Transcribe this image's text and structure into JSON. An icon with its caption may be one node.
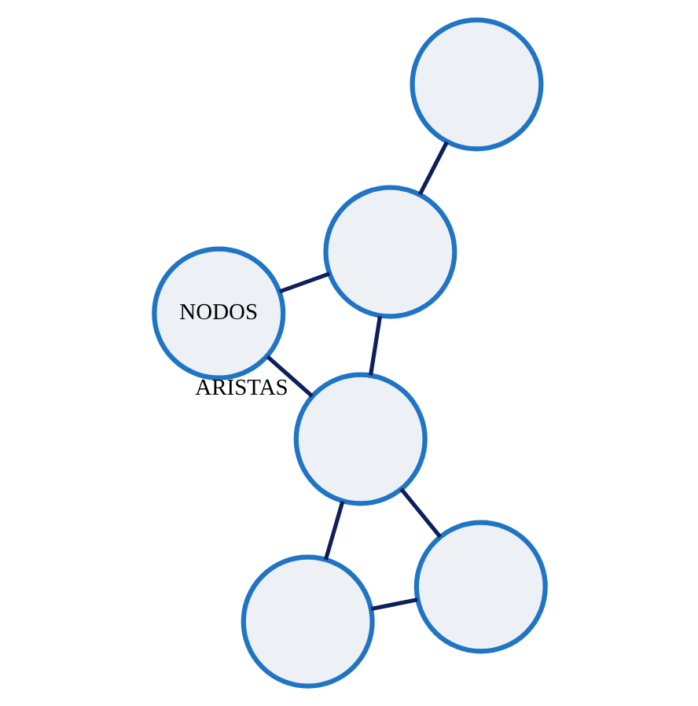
{
  "diagram": {
    "nodes": [
      {
        "text": [
          "NODOS"
        ]
      },
      {
        "text": [],
        "shape": "circle"
      },
      {
        "text": [],
        "shape": "circle"
      },
      {
        "text": [],
        "shape": "circle"
      },
      {
        "text": [],
        "shape": "circle"
      },
      {
        "text": [],
        "shape": "circle"
      }
    ],
    "edges": [
      {
        "from": 0,
        "to": 1,
        "arrow": "none",
        "label": "ARISTAS"
      },
      {
        "from": 0,
        "to": 3,
        "arrow": "none"
      },
      {
        "from": 1,
        "to": 3,
        "arrow": "none"
      },
      {
        "from": 1,
        "to": 4,
        "arrow": "none"
      },
      {
        "from": 1,
        "to": 2,
        "arrow": "none"
      },
      {
        "from": 2,
        "to": 4,
        "arrow": "none"
      },
      {
        "from": 3,
        "to": 5,
        "arrow": "none"
      }
    ]
  }
}
